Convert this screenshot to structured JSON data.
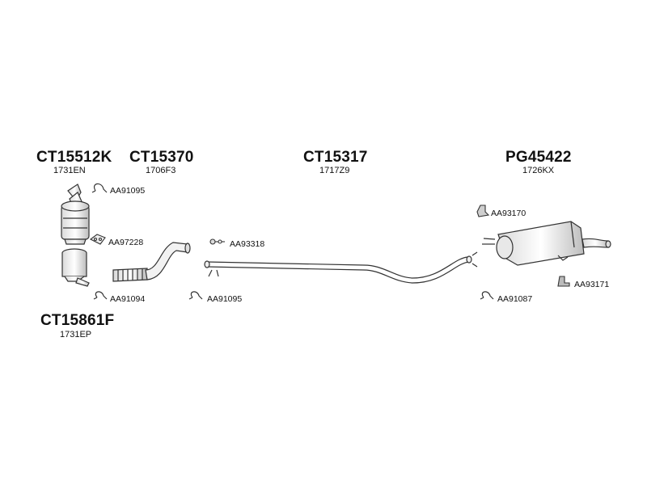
{
  "parts": [
    {
      "code": "CT15512K",
      "ref": "1731EN"
    },
    {
      "code": "CT15370",
      "ref": "1706F3"
    },
    {
      "code": "CT15317",
      "ref": "1717Z9"
    },
    {
      "code": "PG45422",
      "ref": "1726KX"
    },
    {
      "code": "CT15861F",
      "ref": "1731EP"
    }
  ],
  "accessories": [
    {
      "code": "AA91095",
      "icon": "clamp-icon"
    },
    {
      "code": "AA97228",
      "icon": "gasket-icon"
    },
    {
      "code": "AA91094",
      "icon": "clamp-icon"
    },
    {
      "code": "AA91095",
      "icon": "clamp-icon"
    },
    {
      "code": "AA93318",
      "icon": "bolt-icon"
    },
    {
      "code": "AA93170",
      "icon": "bracket-icon"
    },
    {
      "code": "AA93171",
      "icon": "rubber-mount-icon"
    },
    {
      "code": "AA91087",
      "icon": "clamp-icon"
    }
  ],
  "colors": {
    "line": "#333333",
    "fill": "#f4f4f4",
    "shade": "#cfcfcf"
  }
}
